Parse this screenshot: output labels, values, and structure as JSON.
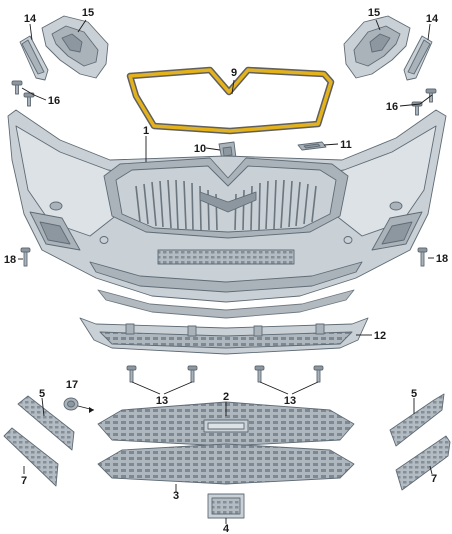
{
  "diagram": {
    "callouts": {
      "c1": "1",
      "c2": "2",
      "c3": "3",
      "c4": "4",
      "c5_left": "5",
      "c5_right": "5",
      "c7_left": "7",
      "c7_right": "7",
      "c9": "9",
      "c10": "10",
      "c11": "11",
      "c12": "12",
      "c13_left": "13",
      "c13_right": "13",
      "c14_left": "14",
      "c14_right": "14",
      "c15_left": "15",
      "c15_right": "15",
      "c16_left": "16",
      "c16_right": "16",
      "c17": "17",
      "c18_left": "18",
      "c18_right": "18"
    },
    "colors": {
      "highlight_frame": "#e3b21c",
      "part_fill": "#c9d0d6",
      "part_stroke": "#5f6b75",
      "text": "#1a1a1a"
    }
  }
}
